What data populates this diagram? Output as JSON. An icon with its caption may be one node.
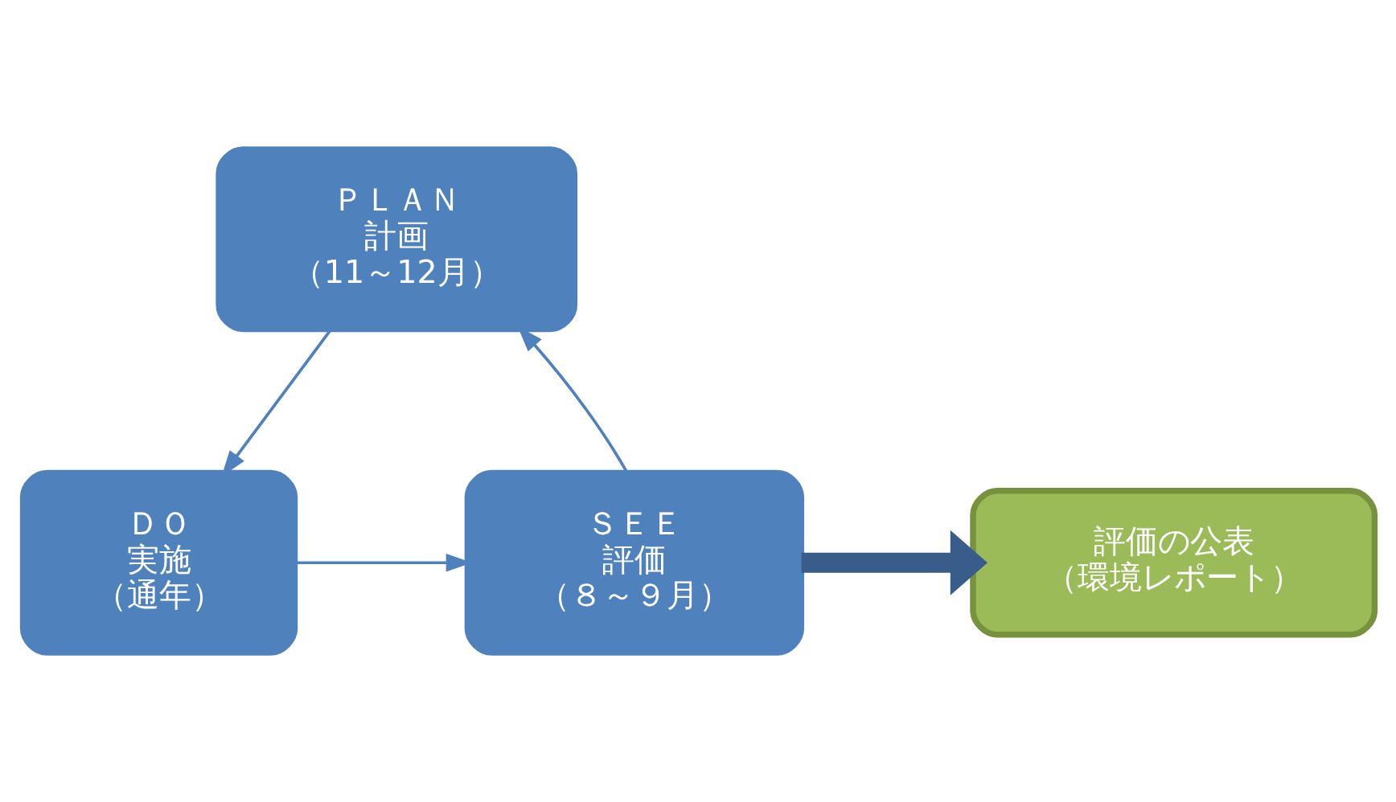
{
  "diagram": {
    "nodes": [
      {
        "text": [
          "ＰＬＡＮ",
          "計画",
          "（11～12月）"
        ]
      },
      {
        "text": [
          "ＤＯ",
          "実施",
          "（通年）"
        ]
      },
      {
        "text": [
          "ＳＥＥ",
          "評価",
          "（８～９月）"
        ]
      },
      {
        "text": [
          "評価の公表",
          "（環境レポート）"
        ]
      }
    ],
    "edges": [
      {
        "from": 0,
        "to": 1,
        "arrow": "to"
      },
      {
        "from": 1,
        "to": 2,
        "arrow": "to"
      },
      {
        "from": 2,
        "to": 0,
        "arrow": "to"
      },
      {
        "from": 2,
        "to": 3,
        "arrow": "to",
        "style": "thick"
      }
    ]
  }
}
